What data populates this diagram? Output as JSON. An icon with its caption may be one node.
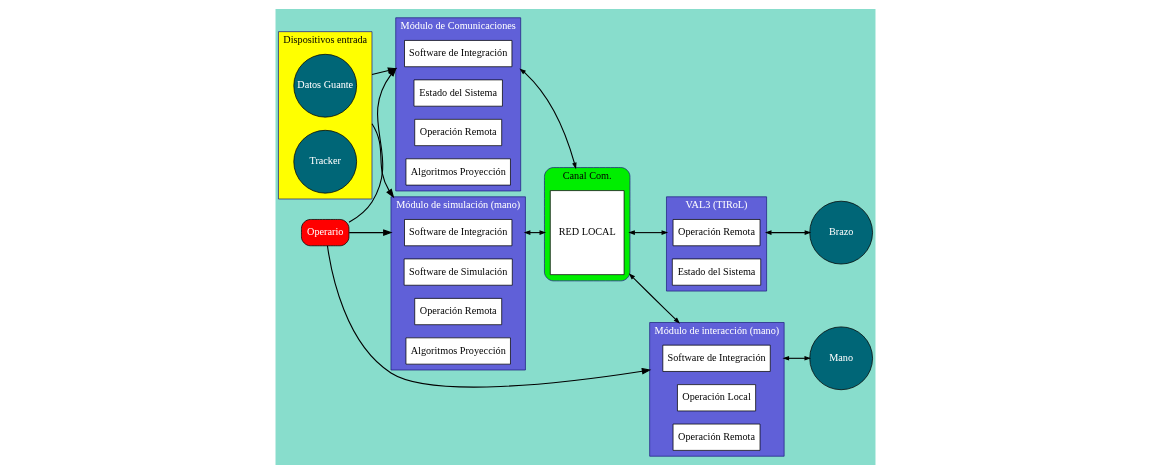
{
  "diagram": {
    "nodes": [
      {
        "text": [
          "Dispositivos entrada"
        ]
      },
      {
        "text": [
          "Datos Guante"
        ],
        "in": 0
      },
      {
        "text": [
          "Tracker"
        ],
        "in": 0
      },
      {
        "text": [
          "Operario"
        ]
      },
      {
        "text": [
          "Módulo de Comunicaciones"
        ]
      },
      {
        "text": [
          "Software de Integración"
        ],
        "in": 4
      },
      {
        "text": [
          "Estado del Sistema"
        ],
        "in": 4
      },
      {
        "text": [
          "Operación Remota"
        ],
        "in": 4
      },
      {
        "text": [
          "Algoritmos Proyección"
        ],
        "in": 4
      },
      {
        "text": [
          "Módulo de simulación (mano)"
        ]
      },
      {
        "text": [
          "Software de Integración"
        ],
        "in": 9
      },
      {
        "text": [
          "Software de Simulación"
        ],
        "in": 9
      },
      {
        "text": [
          "Operación Remota"
        ],
        "in": 9
      },
      {
        "text": [
          "Algoritmos Proyección"
        ],
        "in": 9
      },
      {
        "text": [
          "Canal Com."
        ]
      },
      {
        "text": [
          "RED LOCAL"
        ],
        "in": 14
      },
      {
        "text": [
          "VAL3 (TIRoL)"
        ]
      },
      {
        "text": [
          "Operación Remota"
        ],
        "in": 16
      },
      {
        "text": [
          "Estado del Sistema"
        ],
        "in": 16
      },
      {
        "text": [
          "Módulo de interacción (mano)"
        ]
      },
      {
        "text": [
          "Software de Integración"
        ],
        "in": 19
      },
      {
        "text": [
          "Operación Local"
        ],
        "in": 19
      },
      {
        "text": [
          "Operación Remota"
        ],
        "in": 19
      },
      {
        "text": [
          "Brazo"
        ]
      },
      {
        "text": [
          "Mano"
        ]
      }
    ],
    "edges": [
      {
        "from": 0,
        "to": 4,
        "arrow": "to"
      },
      {
        "from": 0,
        "to": 9,
        "arrow": "to"
      },
      {
        "from": 3,
        "to": 4,
        "arrow": "to"
      },
      {
        "from": 3,
        "to": 9,
        "arrow": "to"
      },
      {
        "from": 3,
        "to": 19,
        "arrow": "to"
      },
      {
        "from": 4,
        "to": 14,
        "arrow": "both"
      },
      {
        "from": 9,
        "to": 14,
        "arrow": "both"
      },
      {
        "from": 14,
        "to": 16,
        "arrow": "both"
      },
      {
        "from": 14,
        "to": 19,
        "arrow": "both"
      },
      {
        "from": 16,
        "to": 23,
        "arrow": "both"
      },
      {
        "from": 19,
        "to": 24,
        "arrow": "both"
      }
    ]
  }
}
